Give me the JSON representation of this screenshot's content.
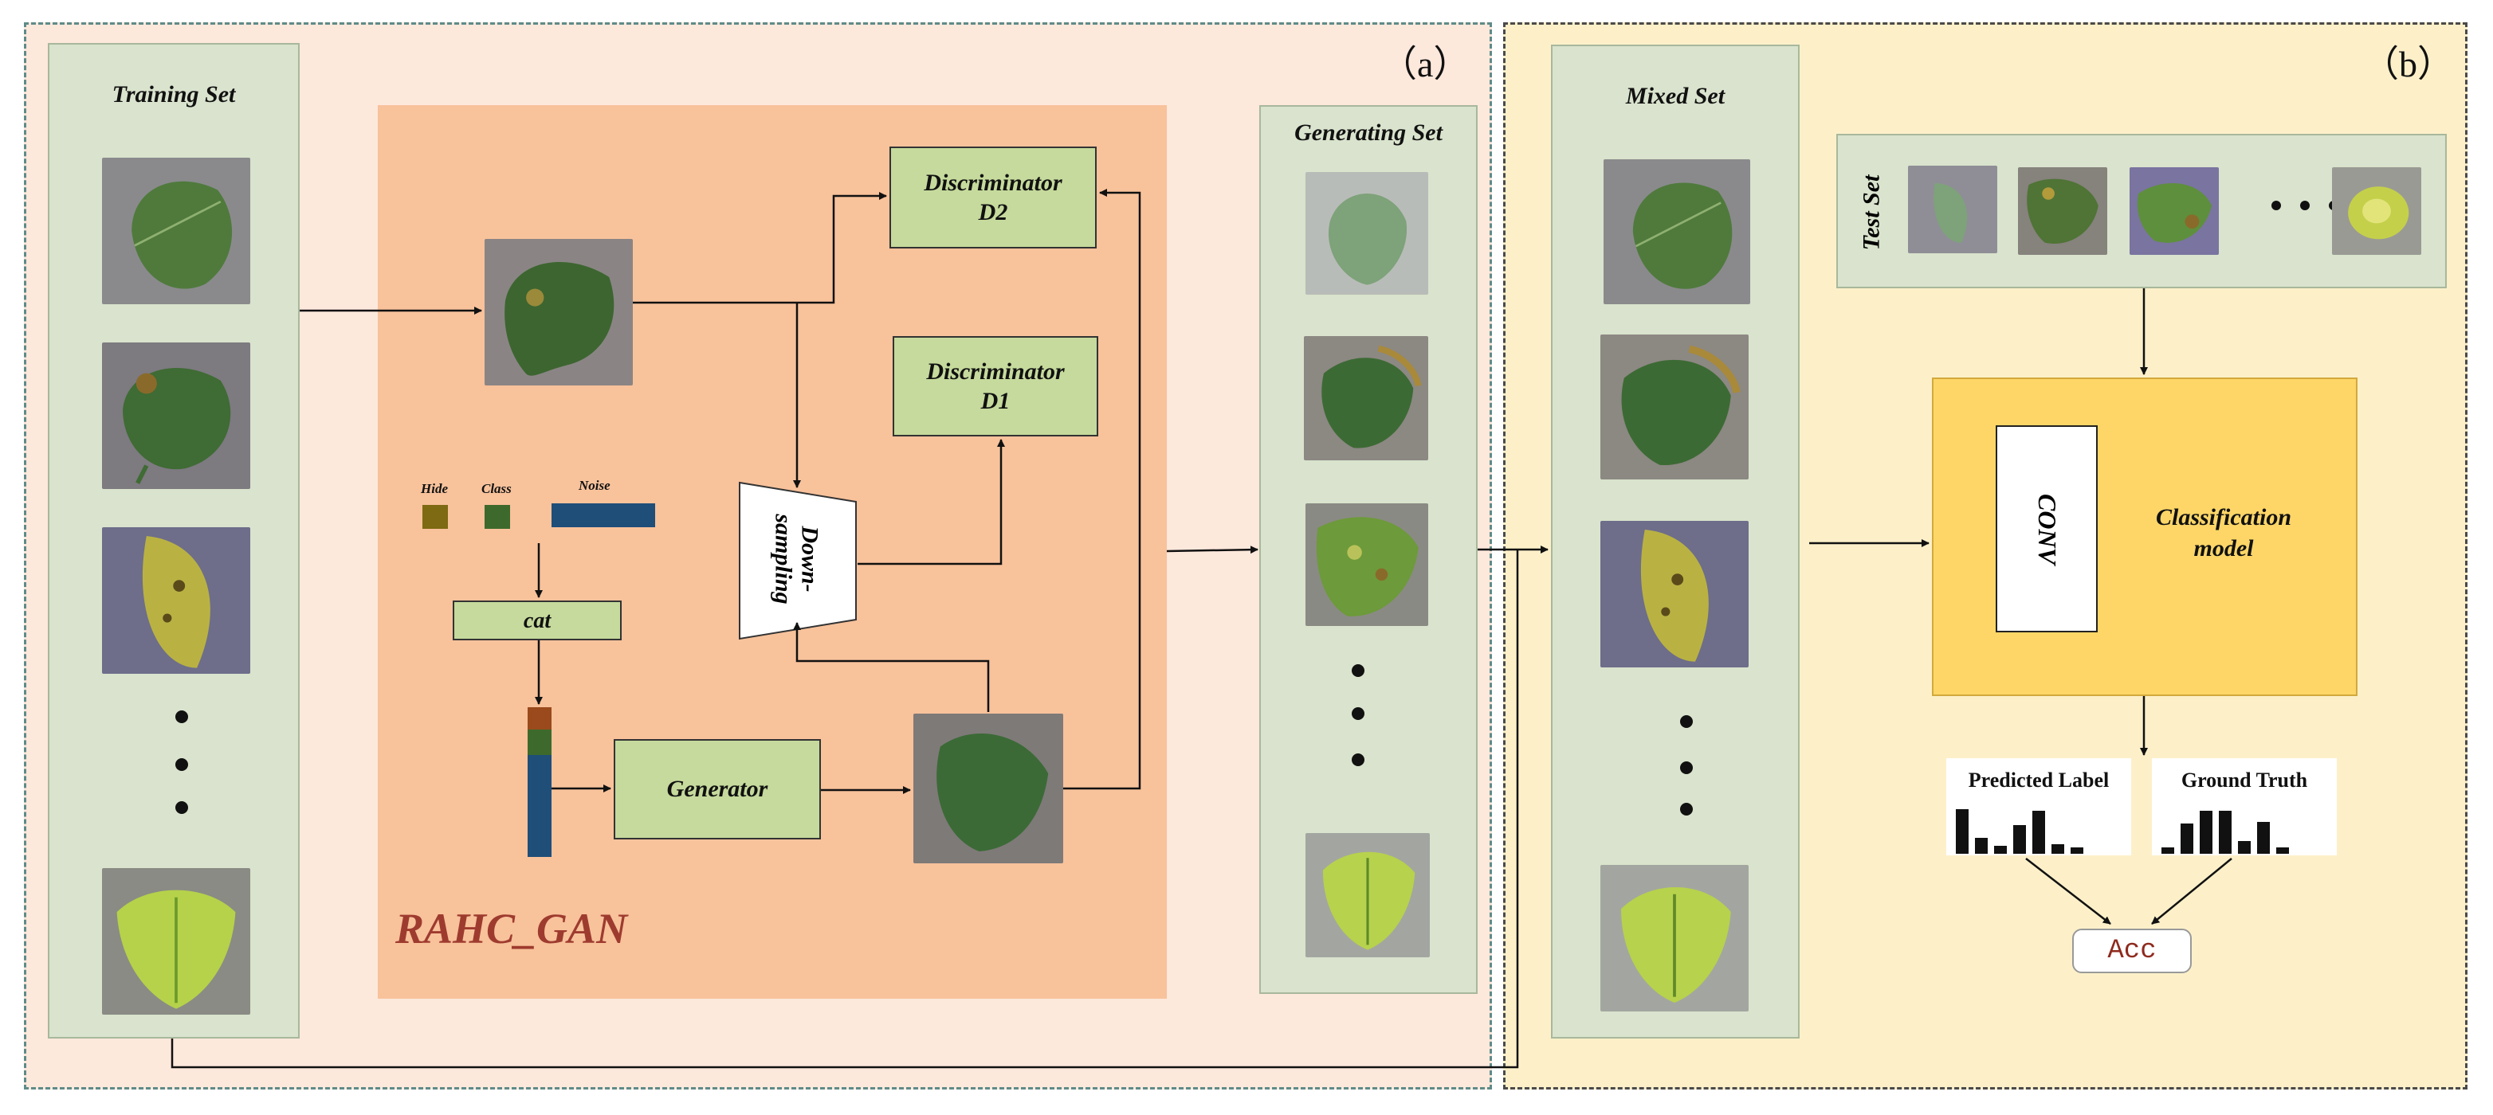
{
  "panel_a": {
    "label": "（a）"
  },
  "panel_b": {
    "label": "（b）"
  },
  "training_set": {
    "title": "Training Set"
  },
  "generating_set": {
    "title": "Generating Set"
  },
  "mixed_set": {
    "title": "Mixed Set"
  },
  "test_set": {
    "title": "Test Set"
  },
  "gan": {
    "name": "RAHC_GAN",
    "discriminator_d2": "Discriminator\nD2",
    "discriminator_d1": "Discriminator\nD1",
    "downsampling": "Down-\nsampling",
    "generator": "Generator",
    "cat": "cat",
    "inputs": {
      "hide": "Hide",
      "class": "Class",
      "noise": "Noise"
    },
    "colors": {
      "hide": "#7d6a12",
      "class": "#3d6a2c",
      "noise": "#1f4e79",
      "vec_top": "#9a4a1c"
    }
  },
  "classifier": {
    "conv": "CONV",
    "model": "Classification\nmodel",
    "predicted_label": "Predicted Label",
    "ground_truth": "Ground Truth",
    "acc": "Acc"
  },
  "colors": {
    "panel_a_bg": "#fde8dc",
    "panel_b_bg": "#fdf0c9",
    "gan_bg": "#f8c29b",
    "set_bg": "#d9e3cd",
    "green_box": "#c5da9c",
    "classifier_bg": "#fed667",
    "gan_name": "#9e3b2f"
  },
  "icons": [
    "leaf-image",
    "ellipsis-dots",
    "bar-chart-icon",
    "arrow"
  ]
}
